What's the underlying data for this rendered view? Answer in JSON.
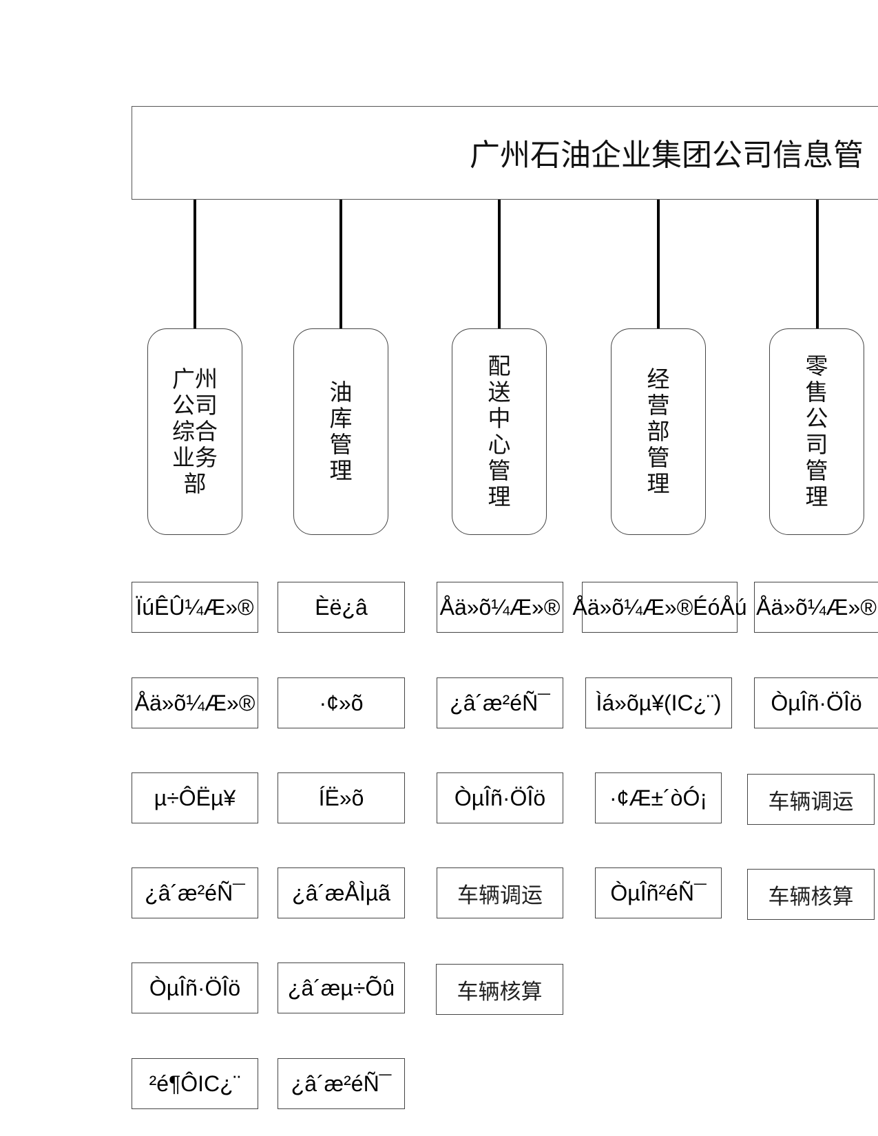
{
  "title": "广州石油企业集团公司信息管",
  "departments": [
    {
      "label": "广州公司综合业务部"
    },
    {
      "label": "油库管理"
    },
    {
      "label": "配送中心管理"
    },
    {
      "label": "经营部管理"
    },
    {
      "label": "零售公司管理"
    }
  ],
  "columns": [
    [
      "ÏúÊÛ¼Æ»®",
      "Åä»õ¼Æ»®",
      "µ÷ÔËµ¥",
      "¿â´æ²éÑ¯",
      "ÒµÎñ·ÖÎö",
      "²é¶ÔIC¿¨"
    ],
    [
      "Èë¿â",
      "·¢»õ",
      "ÍË»õ",
      "¿â´æÅÌµã",
      "¿â´æµ÷Õû",
      "¿â´æ²éÑ¯"
    ],
    [
      "Åä»õ¼Æ»®",
      "¿â´æ²éÑ¯",
      "ÒµÎñ·ÖÎö",
      "车辆调运",
      "车辆核算"
    ],
    [
      "Åä»õ¼Æ»®ÉóÅú",
      "Ìá»õµ¥(IC¿¨)",
      "·¢Æ±´òÓ¡",
      "ÒµÎñ²éÑ¯"
    ],
    [
      "Åä»õ¼Æ»®",
      "ÒµÎñ·ÖÎö",
      "车辆调运",
      "车辆核算"
    ]
  ]
}
